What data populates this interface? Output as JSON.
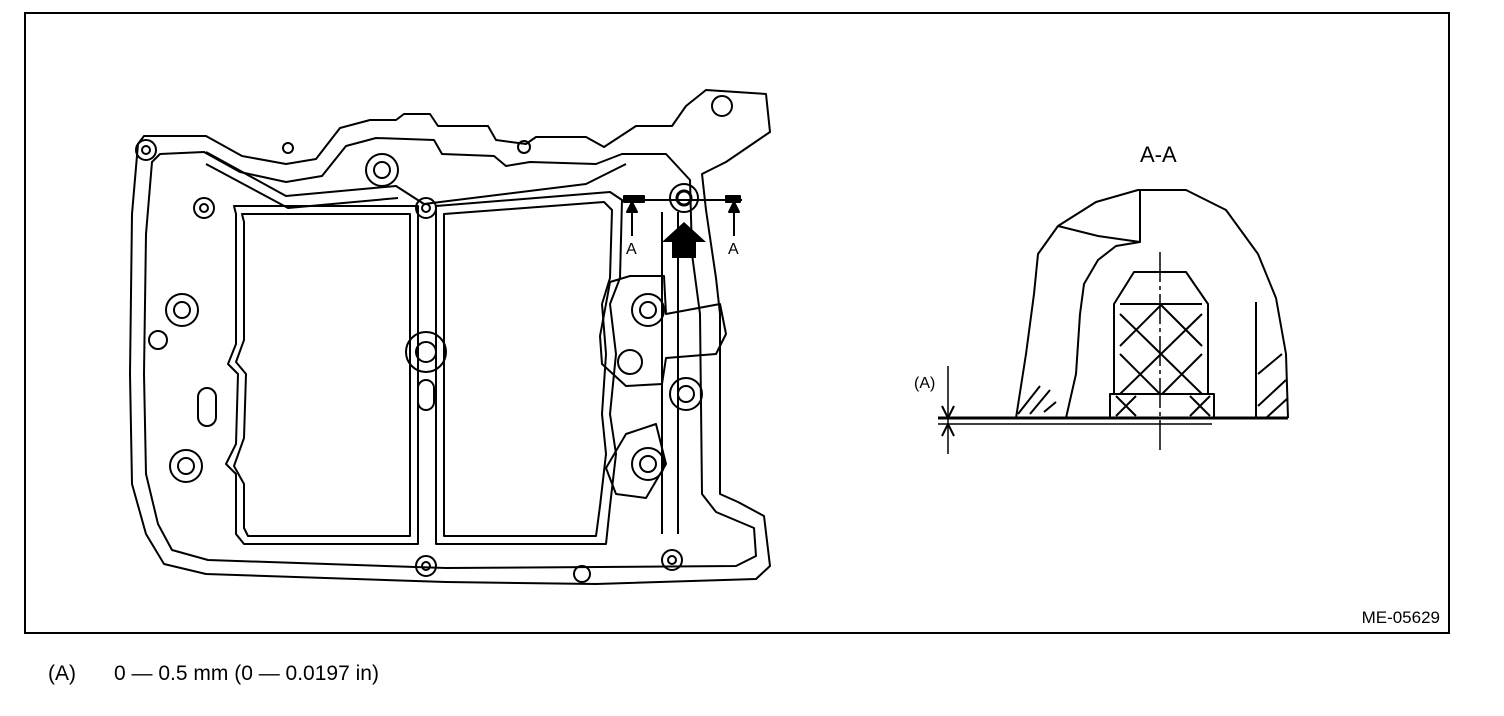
{
  "figure": {
    "section_title": "A-A",
    "section_marker_left": "A",
    "section_marker_right": "A",
    "dimension_callout": "(A)",
    "figure_code": "ME-05629"
  },
  "legend": {
    "key": "(A)",
    "text": "0 — 0.5 mm (0 — 0.0197 in)"
  }
}
